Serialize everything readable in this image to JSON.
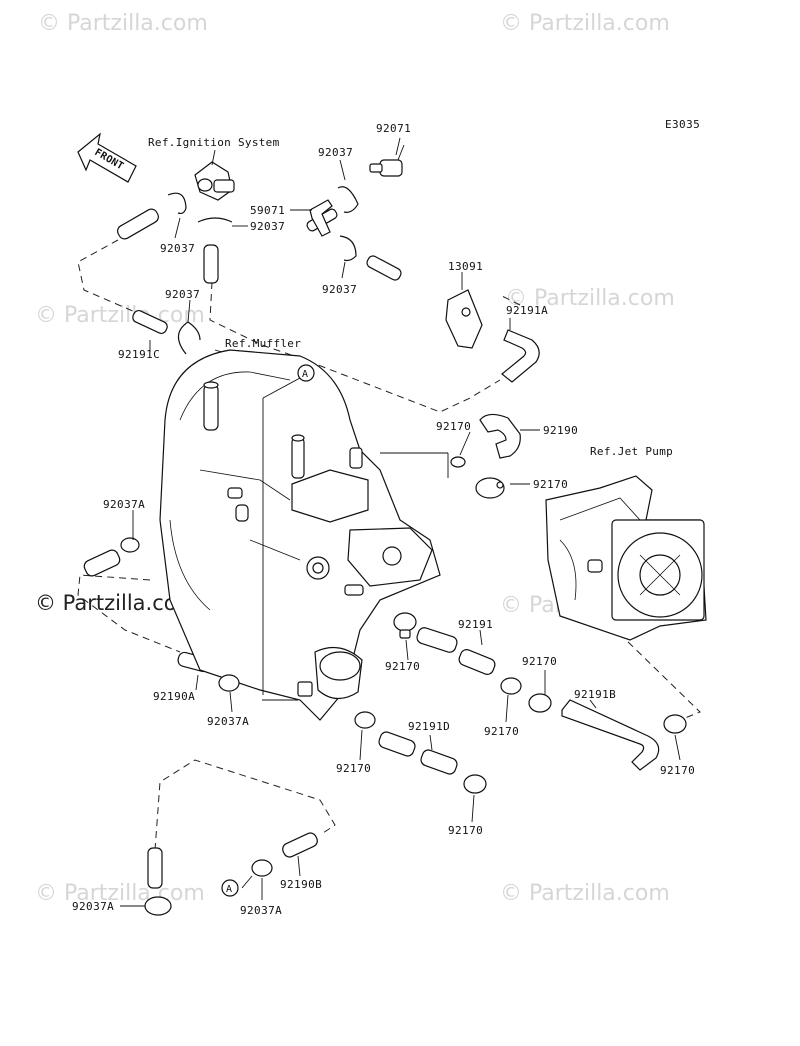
{
  "diagram_code": "E3035",
  "front_arrow_text": "FRONT",
  "callout_letter": "A",
  "watermark_text": "© Partzilla.com",
  "refs": {
    "ignition": "Ref.Ignition System",
    "muffler": "Ref.Muffler",
    "jet_pump": "Ref.Jet Pump"
  },
  "parts": [
    {
      "id": "p92071",
      "text": "92071"
    },
    {
      "id": "p92037-top",
      "text": "92037"
    },
    {
      "id": "p59071",
      "text": "59071"
    },
    {
      "id": "p92037-mid",
      "text": "92037"
    },
    {
      "id": "p92037-left",
      "text": "92037"
    },
    {
      "id": "p92037-r2",
      "text": "92037"
    },
    {
      "id": "p13091",
      "text": "13091"
    },
    {
      "id": "p92037-l2",
      "text": "92037"
    },
    {
      "id": "p92191A",
      "text": "92191A"
    },
    {
      "id": "p92191C",
      "text": "92191C"
    },
    {
      "id": "p92170-a",
      "text": "92170"
    },
    {
      "id": "p92190",
      "text": "92190"
    },
    {
      "id": "p92170-b",
      "text": "92170"
    },
    {
      "id": "p92037A-a",
      "text": "92037A"
    },
    {
      "id": "p92191",
      "text": "92191"
    },
    {
      "id": "p92170-c",
      "text": "92170"
    },
    {
      "id": "p92170-d",
      "text": "92170"
    },
    {
      "id": "p92190A",
      "text": "92190A"
    },
    {
      "id": "p92037A-b",
      "text": "92037A"
    },
    {
      "id": "p92191B",
      "text": "92191B"
    },
    {
      "id": "p92170-e",
      "text": "92170"
    },
    {
      "id": "p92191D",
      "text": "92191D"
    },
    {
      "id": "p92170-f",
      "text": "92170"
    },
    {
      "id": "p92170-g",
      "text": "92170"
    },
    {
      "id": "p92170-h",
      "text": "92170"
    },
    {
      "id": "p92190B",
      "text": "92190B"
    },
    {
      "id": "p92037A-c",
      "text": "92037A"
    },
    {
      "id": "p92037A-d",
      "text": "92037A"
    }
  ]
}
